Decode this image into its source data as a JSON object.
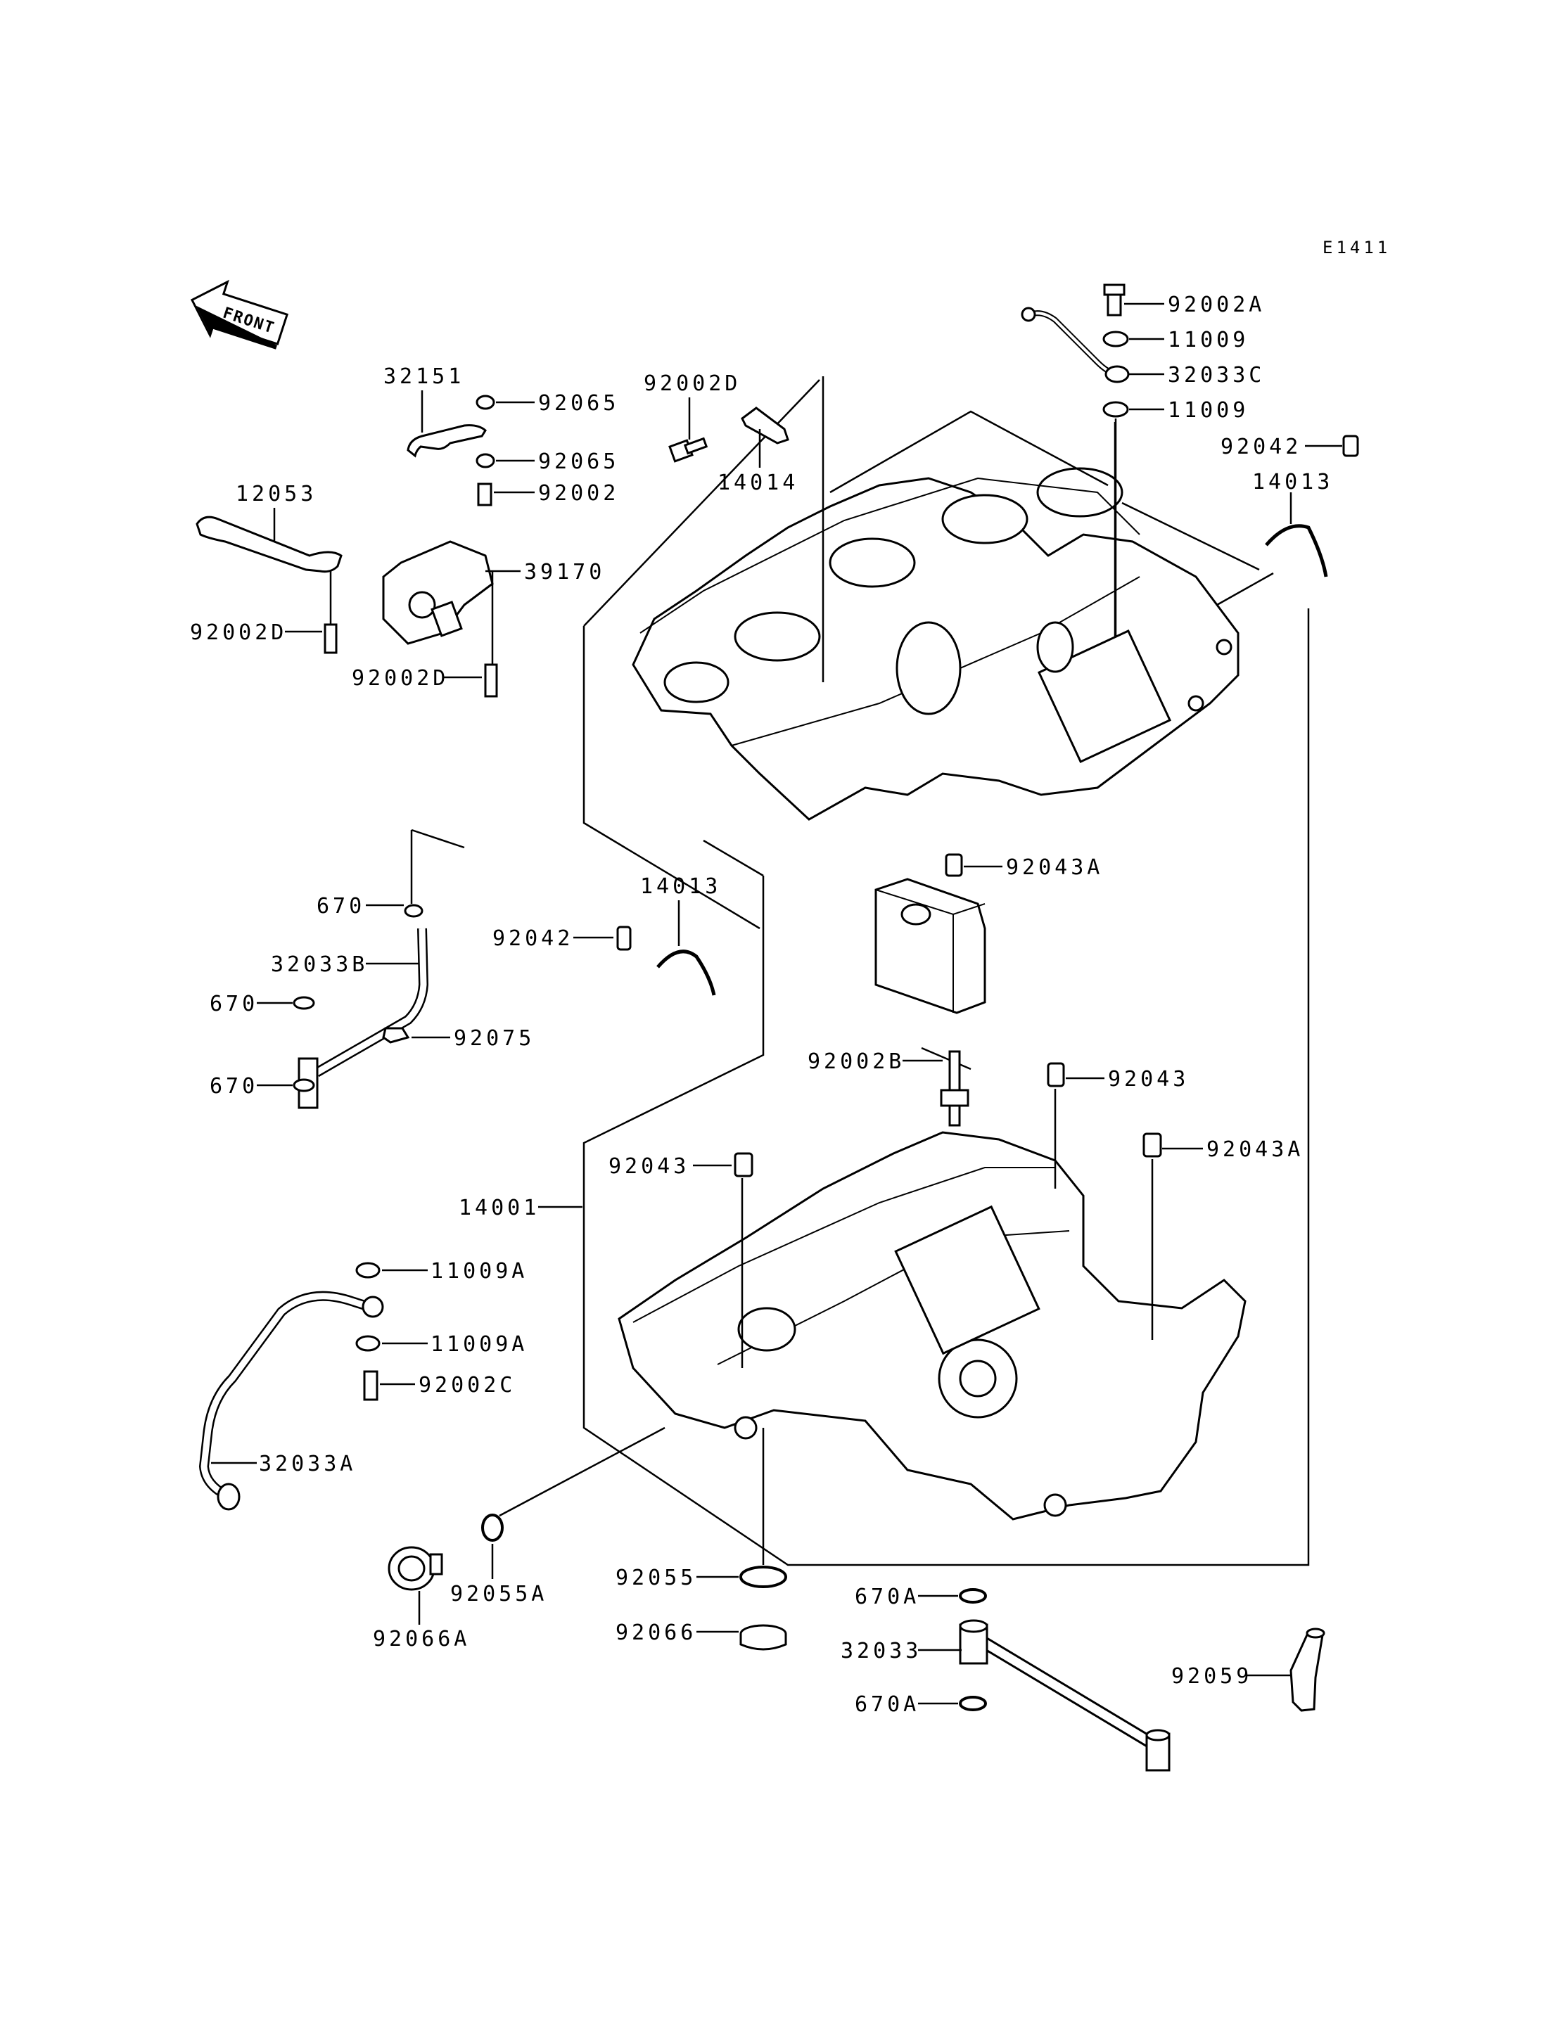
{
  "diagram": {
    "code": "E1411",
    "front_label": "FRONT",
    "labels": {
      "p92002A": "92002A",
      "p11009_top": "11009",
      "p32033C": "32033C",
      "p11009_mid": "11009",
      "p92042_right": "92042",
      "p14013_right": "14013",
      "p32151": "32151",
      "p92065_a": "92065",
      "p92065_b": "92065",
      "p92002": "92002",
      "p92002D_top": "92002D",
      "p14014": "14014",
      "p12053": "12053",
      "p39170": "39170",
      "p92002D_left": "92002D",
      "p92002D_mid": "92002D",
      "p670_a": "670",
      "p32033B": "32033B",
      "p670_b": "670",
      "p92075": "92075",
      "p670_c": "670",
      "p92042_left": "92042",
      "p14013_left": "14013",
      "p92043A_top": "92043A",
      "p92002B": "92002B",
      "p92043_right": "92043",
      "p92043_left": "92043",
      "p92043A_right": "92043A",
      "p14001": "14001",
      "p11009A_a": "11009A",
      "p11009A_b": "11009A",
      "p92002C": "92002C",
      "p32033A": "32033A",
      "p92055A": "92055A",
      "p92066A": "92066A",
      "p92055": "92055",
      "p92066": "92066",
      "p670A_a": "670A",
      "p32033": "32033",
      "p670A_b": "670A",
      "p92059": "92059"
    }
  }
}
